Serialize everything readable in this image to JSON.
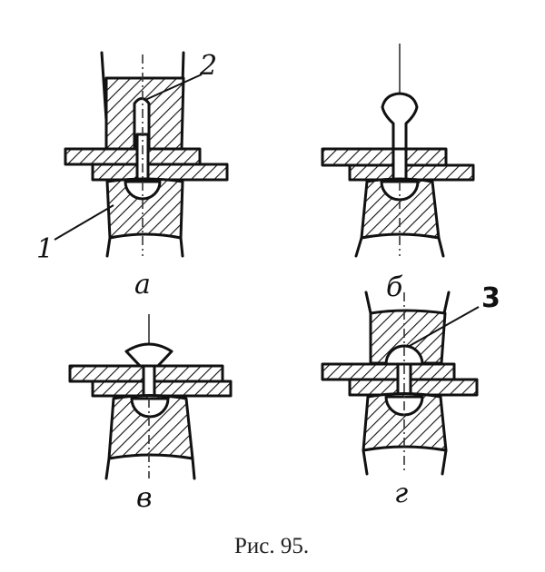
{
  "labels": {
    "part_1": "1",
    "part_2": "2",
    "part_3": "3"
  },
  "panels": {
    "a": "а",
    "b": "б",
    "v": "в",
    "g": "г"
  },
  "caption": "Рис. 95.",
  "colors": {
    "ink": "#111111",
    "paper": "#ffffff"
  }
}
